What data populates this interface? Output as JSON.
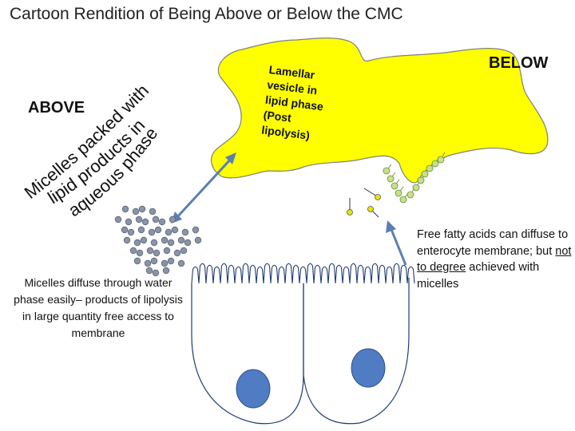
{
  "title": "Cartoon Rendition of Being Above or Below the CMC",
  "labels": {
    "above": "ABOVE",
    "below": "BELOW"
  },
  "curved_text": {
    "line1": "Micelles packed with",
    "line2": "lipid products in",
    "line3": "aqueous phase"
  },
  "vesicle_text": [
    "Lamellar",
    "vesicle in",
    "lipid phase",
    "(Post",
    "lipolysis)"
  ],
  "captions": {
    "left": "Micelles diffuse through water phase easily– products of lipolysis in large quantity free access to membrane",
    "right_part1": "Free fatty acids can diffuse to enterocyte membrane; but ",
    "right_underline1": "not to degree",
    "right_part2": " achieved with micelles"
  },
  "colors": {
    "lipid_phase": "#ffff00",
    "lipid_outline": "#7f7f7f",
    "arrow": "#5b7fb3",
    "nucleus": "#4f7cc2",
    "cell_outline": "#1f3b73",
    "micelle": "#8a94a8",
    "fatty_acid_head": "#e6e600",
    "hairpin_head": "#c8e08c"
  },
  "icons": {
    "micelle": "micelle-dot-icon",
    "fatty_acid": "fatty-acid-icon"
  }
}
